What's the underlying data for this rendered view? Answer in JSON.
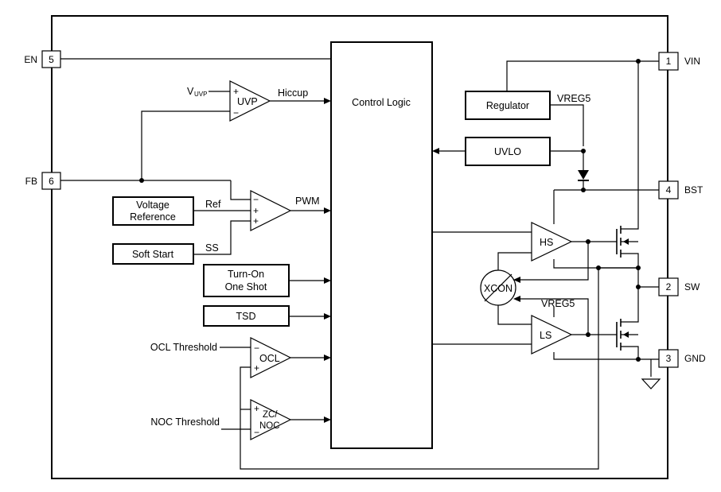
{
  "pins": [
    {
      "num": "5",
      "name": "EN"
    },
    {
      "num": "6",
      "name": "FB"
    },
    {
      "num": "1",
      "name": "VIN"
    },
    {
      "num": "4",
      "name": "BST"
    },
    {
      "num": "2",
      "name": "SW"
    },
    {
      "num": "3",
      "name": "GND"
    }
  ],
  "blocks": {
    "control_logic": "Control Logic",
    "regulator": "Regulator",
    "uvlo": "UVLO",
    "voltage_reference_1": "Voltage",
    "voltage_reference_2": "Reference",
    "soft_start": "Soft Start",
    "turn_on_1": "Turn-On",
    "turn_on_2": "One Shot",
    "tsd": "TSD"
  },
  "comparators": {
    "uvp": "UVP",
    "pwm_amp": "",
    "ocl": "OCL",
    "zc_1": "ZC/",
    "zc_2": "NOC",
    "hs": "HS",
    "ls": "LS",
    "xcon": "XCON"
  },
  "signals": {
    "vuvp_main": "V",
    "vuvp_sub": "UVP",
    "hiccup": "Hiccup",
    "pwm": "PWM",
    "ref": "Ref",
    "ss": "SS",
    "vreg5_top": "VREG5",
    "vreg5_ls": "VREG5",
    "ocl_threshold": "OCL Threshold",
    "noc_threshold": "NOC Threshold"
  },
  "signs": {
    "plus": "+",
    "minus": "−"
  }
}
